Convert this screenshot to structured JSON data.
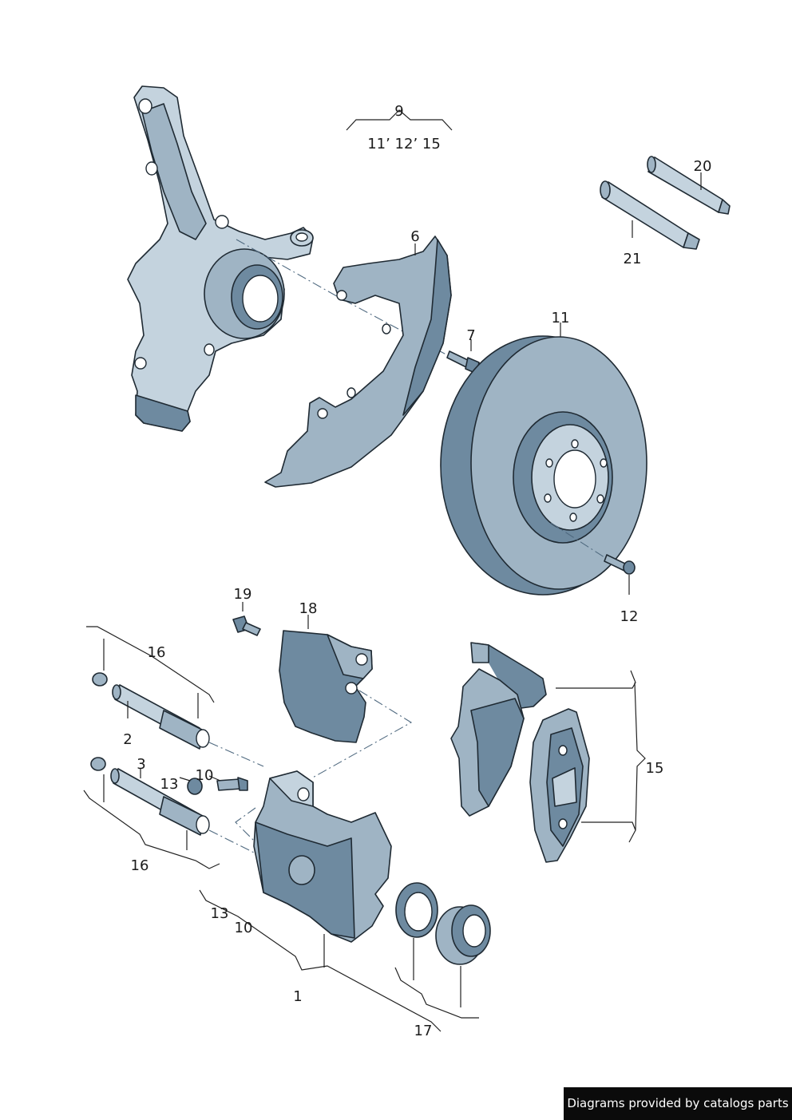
{
  "callouts": {
    "c9": "9",
    "c9_sub": "11’ 12’ 15",
    "c20": "20",
    "c21": "21",
    "c6": "6",
    "c7": "7",
    "c11": "11",
    "c12": "12",
    "c19": "19",
    "c18": "18",
    "c16a": "16",
    "c2": "2",
    "c3": "3",
    "c13a": "13",
    "c10a": "10",
    "c15": "15",
    "c16b": "16",
    "c13b": "13",
    "c10b": "10",
    "c1": "1",
    "c17": "17"
  },
  "credit": "Diagrams provided by catalogs parts"
}
